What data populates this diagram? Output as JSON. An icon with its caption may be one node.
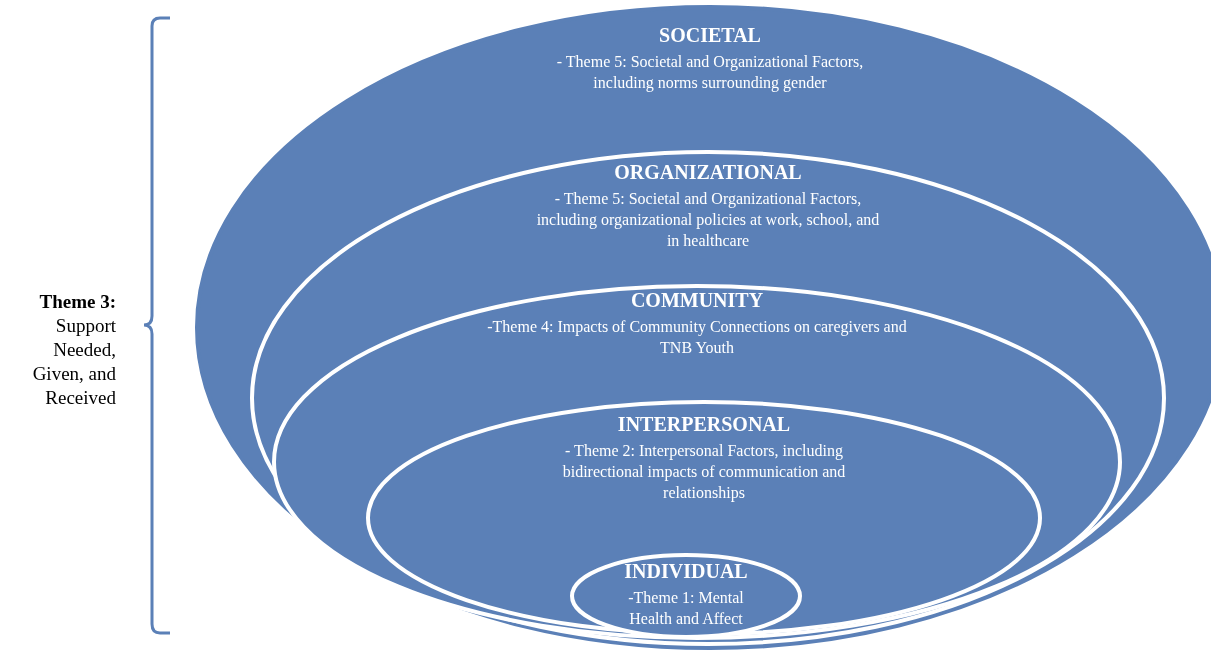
{
  "diagram": {
    "nodes": [
      {
        "text": [
          "SOCIETAL",
          "- Theme 5: Societal and Organizational Factors, including norms surrounding gender"
        ]
      },
      {
        "text": [
          "ORGANIZATIONAL",
          "- Theme 5: Societal and Organizational Factors, including organizational policies at work, school, and in healthcare"
        ],
        "in": 0
      },
      {
        "text": [
          "COMMUNITY",
          "-Theme 4: Impacts of Community Connections on caregivers and TNB Youth"
        ],
        "in": 1
      },
      {
        "text": [
          "INTERPERSONAL",
          "- Theme 2: Interpersonal Factors, including bidirectional impacts of communication and relationships"
        ],
        "in": 2
      },
      {
        "text": [
          "INDIVIDUAL",
          "-Theme 1: Mental Health and Affect"
        ],
        "in": 3
      }
    ],
    "edges": [],
    "labels": [
      "**Theme 3:** Support Needed, Given, and Received"
    ]
  }
}
